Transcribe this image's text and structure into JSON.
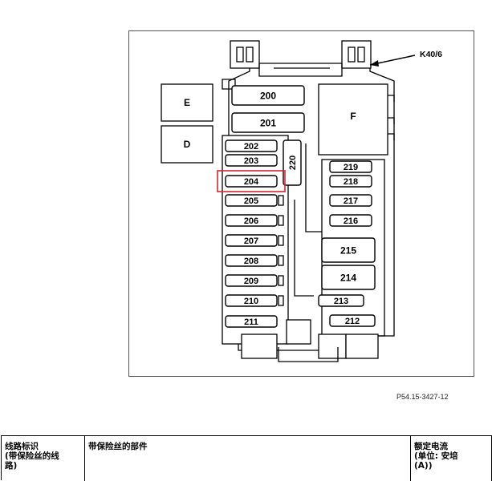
{
  "diagram": {
    "fuses_left": [
      "200",
      "201",
      "202",
      "203",
      "204",
      "205",
      "206",
      "207",
      "208",
      "209",
      "210",
      "211"
    ],
    "fuse_vertical": "220",
    "fuses_right": [
      "219",
      "218",
      "217",
      "216",
      "215",
      "214",
      "213",
      "212"
    ],
    "relay_boxes": [
      "E",
      "D",
      "F"
    ],
    "callout": "K40/6",
    "highlighted_fuse": "204",
    "highlight_color": "#d9242f",
    "caption": "P54.15-3427-12"
  },
  "table": {
    "headers": [
      {
        "lines": [
          "线路标识",
          "(带保险丝的线",
          "路)"
        ]
      },
      {
        "lines": [
          "带保险丝的部件"
        ]
      },
      {
        "lines": [
          "额定电流",
          "(单位: 安培",
          "(A))"
        ]
      }
    ]
  }
}
